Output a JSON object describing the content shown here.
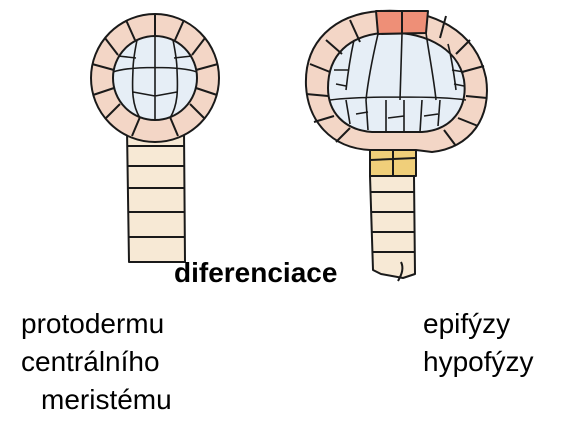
{
  "labels": {
    "title": "diferenciace",
    "protodermu": "protodermu",
    "centralniho": "centrálního",
    "meristemu": "meristému",
    "epifyzy": "epifýzy",
    "hypofyzy": "hypofýzy"
  },
  "colors": {
    "outline": "#1a1a1a",
    "protoderm": "#f3d6c6",
    "inner": "#e6eef6",
    "suspensor": "#f7e9d5",
    "epiphysis": "#ee8f77",
    "hypophysis": "#f0cf7a"
  }
}
